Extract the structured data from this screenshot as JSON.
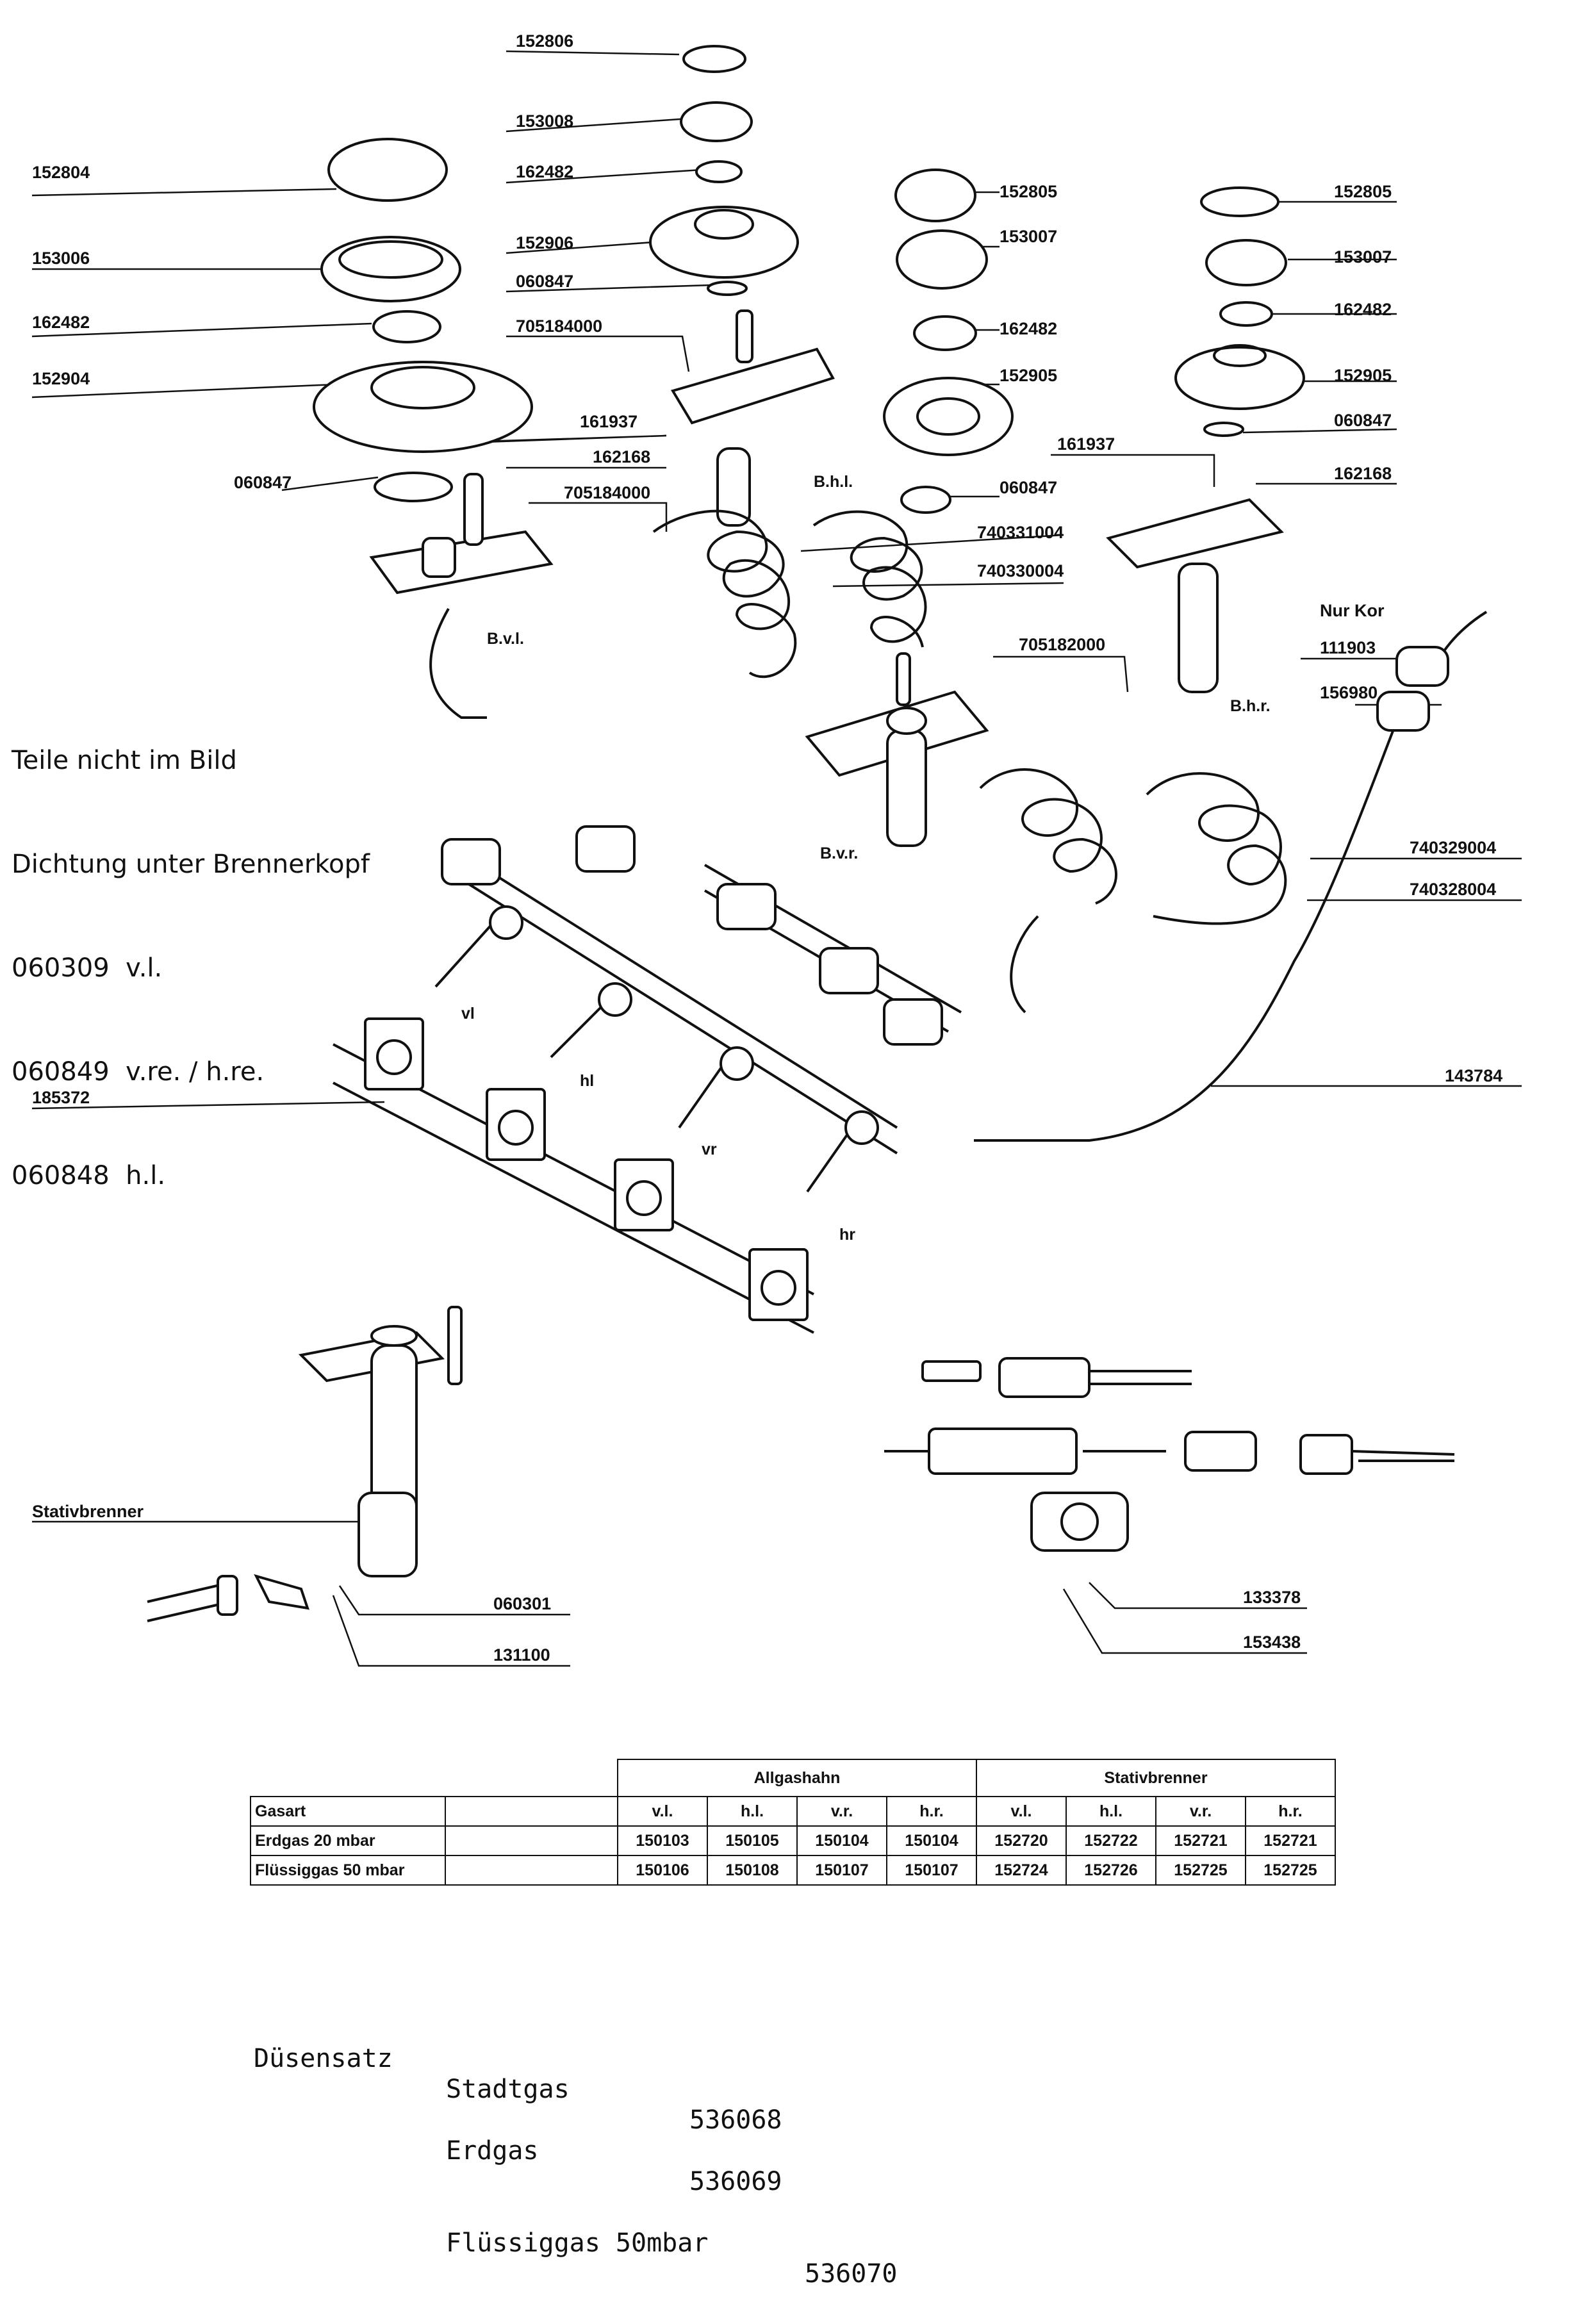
{
  "callouts": {
    "c152806": "152806",
    "c153008": "153008",
    "c162482_top": "162482",
    "c152906": "152906",
    "c060847_top": "060847",
    "c705184000_top": "705184000",
    "c152804": "152804",
    "c153006": "153006",
    "c162482_left": "162482",
    "c152904": "152904",
    "c060847_left": "060847",
    "c161937_left": "161937",
    "c162168_left": "162168",
    "c705184000_left": "705184000",
    "c152805_mid": "152805",
    "c153007_mid": "153007",
    "c162482_mid": "162482",
    "c152905_mid": "152905",
    "c060847_mid": "060847",
    "c740331004": "740331004",
    "c740330004": "740330004",
    "c705182000": "705182000",
    "c152805_right": "152805",
    "c153007_right": "153007",
    "c162482_right": "162482",
    "c152905_right": "152905",
    "c060847_right": "060847",
    "c161937_right": "161937",
    "c162168_right": "162168",
    "nur_kor": "Nur Kor",
    "c111903": "111903",
    "c156980": "156980",
    "c740329004": "740329004",
    "c740328004": "740328004",
    "c143784": "143784",
    "c185372": "185372",
    "stativbrenner": "Stativbrenner",
    "c060301": "060301",
    "c131100": "131100",
    "c133378": "133378",
    "c153438": "153438"
  },
  "tags": {
    "bhl": "B.h.l.",
    "bvl": "B.v.l.",
    "bhr": "B.h.r.",
    "bvr": "B.v.r.",
    "vl": "vl",
    "hl": "hl",
    "vr": "vr",
    "hr": "hr"
  },
  "note": {
    "l1": "Teile nicht im Bild",
    "l2": "Dichtung unter Brennerkopf",
    "l3a": "060309",
    "l3b": "v.l.",
    "l4a": "060849",
    "l4b": "v.re. / h.re.",
    "l5a": "060848",
    "l5b": "h.l."
  },
  "table": {
    "group1": "Allgashahn",
    "group2": "Stativbrenner",
    "col_gasart": "Gasart",
    "cols": [
      "v.l.",
      "h.l.",
      "v.r.",
      "h.r.",
      "v.l.",
      "h.l.",
      "v.r.",
      "h.r."
    ],
    "rows": [
      {
        "label": "Erdgas 20 mbar",
        "values": [
          "150103",
          "150105",
          "150104",
          "150104",
          "152720",
          "152722",
          "152721",
          "152721"
        ]
      },
      {
        "label": "Flüssiggas 50 mbar",
        "values": [
          "150106",
          "150108",
          "150107",
          "150107",
          "152724",
          "152726",
          "152725",
          "152725"
        ]
      }
    ]
  },
  "nozzles": {
    "title": "Düsensatz",
    "r1_name": "Stadtgas",
    "r1_num": "536068",
    "r2_name": "Erdgas",
    "r2_num": "536069",
    "r3_name": "Flüssiggas 50mbar",
    "r3_num": "536070"
  }
}
